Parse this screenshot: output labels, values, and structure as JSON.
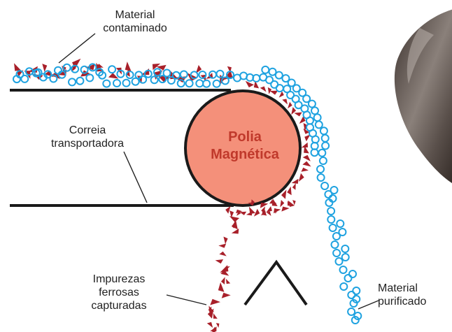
{
  "labels": {
    "contaminated_line1": "Material",
    "contaminated_line2": "contaminado",
    "belt_line1": "Correia",
    "belt_line2": "transportadora",
    "impurities_line1": "Impurezas",
    "impurities_line2": "ferrosas",
    "impurities_line3": "capturadas",
    "purified_line1": "Material",
    "purified_line2": "purificado"
  },
  "pulley": {
    "line1": "Polia",
    "line2": "Magnética"
  },
  "colors": {
    "pulley_fill": "#f4907a",
    "pulley_text": "#c0392b",
    "ferrous_particles": "#a8202a",
    "clean_particles": "#1ea2e0",
    "belt": "#1a1a1a"
  }
}
